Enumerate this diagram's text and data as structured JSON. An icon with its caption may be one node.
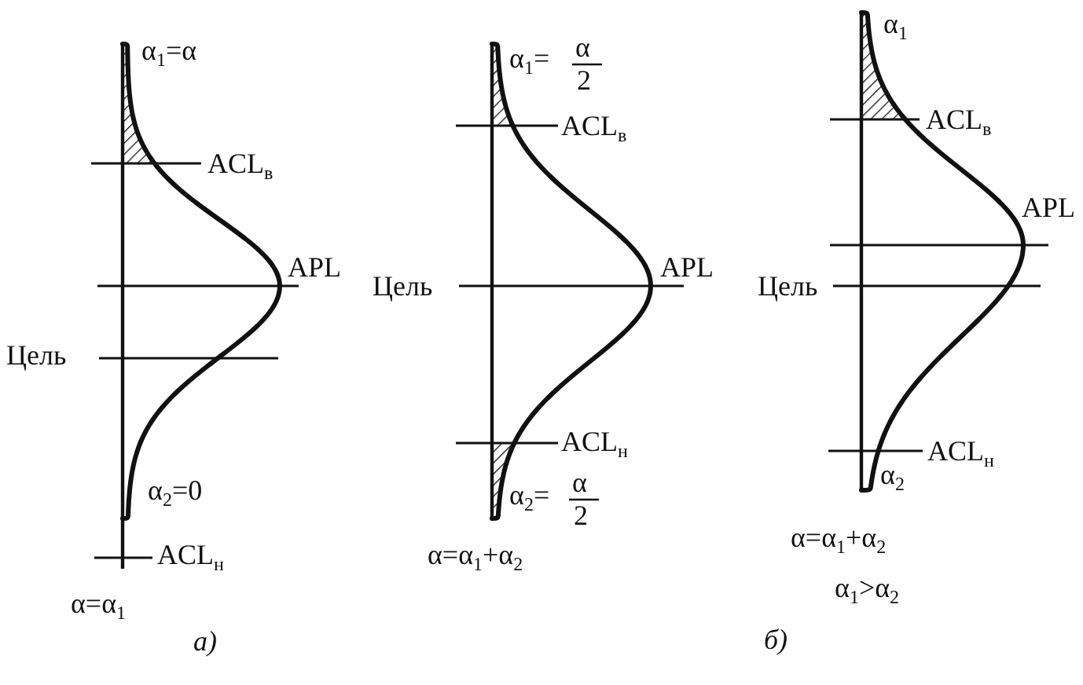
{
  "diagram": {
    "labels": [
      "α$_{1}$=α",
      "ACL$_{в}$",
      "APL",
      "Цель",
      "α$_{2}$=0",
      "ACL$_{н}$",
      "α=α$_{1}$",
      "а)",
      "α$_{1}$=",
      "α",
      "2",
      "ACL$_{в}$",
      "APL",
      "Цель",
      "ACL$_{н}$",
      "α$_{2}$=",
      "α",
      "2",
      "α=α$_{1}$+α$_{2}$",
      "б)",
      "α$_{1}$",
      "ACL$_{в}$",
      "APL",
      "Цель",
      "ACL$_{н}$",
      "α$_{2}$",
      "α=α$_{1}$+α$_{2}$",
      "α$_{1}$>α$_{2}$"
    ]
  }
}
